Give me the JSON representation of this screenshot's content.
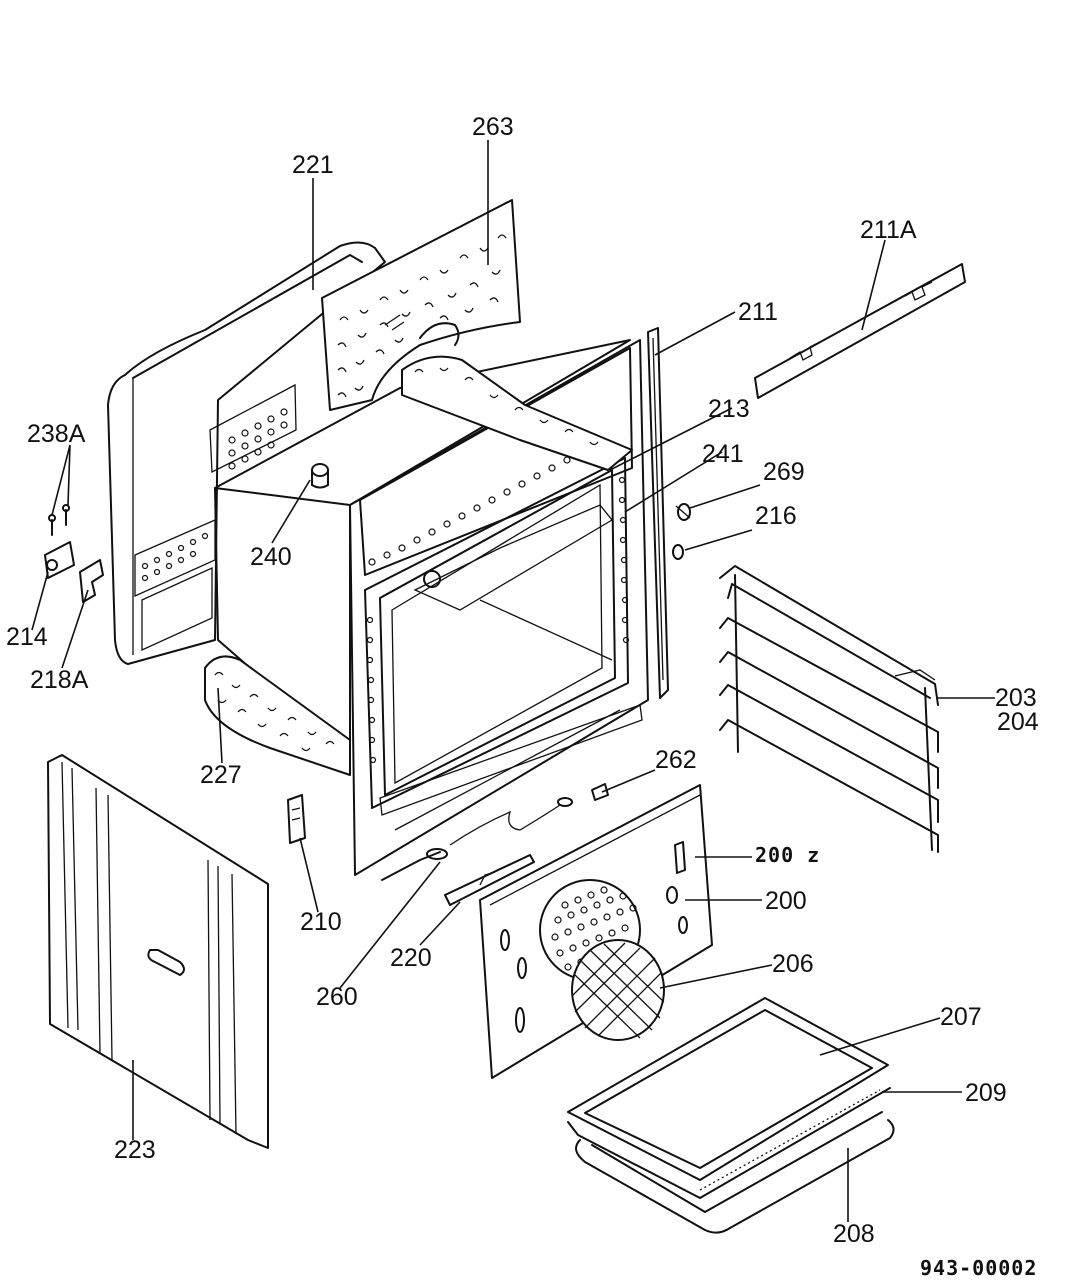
{
  "diagram": {
    "drawing_code": "943-00002",
    "parts": [
      {
        "id": "p263",
        "label": "263"
      },
      {
        "id": "p221",
        "label": "221"
      },
      {
        "id": "p211A",
        "label": "211A"
      },
      {
        "id": "p211",
        "label": "211"
      },
      {
        "id": "p213",
        "label": "213"
      },
      {
        "id": "p238A",
        "label": "238A"
      },
      {
        "id": "p241",
        "label": "241"
      },
      {
        "id": "p269",
        "label": "269"
      },
      {
        "id": "p216",
        "label": "216"
      },
      {
        "id": "p240",
        "label": "240"
      },
      {
        "id": "p214",
        "label": "214"
      },
      {
        "id": "p218A",
        "label": "218A"
      },
      {
        "id": "p203",
        "label": "203"
      },
      {
        "id": "p204",
        "label": "204"
      },
      {
        "id": "p227",
        "label": "227"
      },
      {
        "id": "p262",
        "label": "262"
      },
      {
        "id": "p200z",
        "label": "200 z"
      },
      {
        "id": "p200",
        "label": "200"
      },
      {
        "id": "p210",
        "label": "210"
      },
      {
        "id": "p220",
        "label": "220"
      },
      {
        "id": "p206",
        "label": "206"
      },
      {
        "id": "p260",
        "label": "260"
      },
      {
        "id": "p207",
        "label": "207"
      },
      {
        "id": "p209",
        "label": "209"
      },
      {
        "id": "p223",
        "label": "223"
      },
      {
        "id": "p208",
        "label": "208"
      }
    ]
  }
}
